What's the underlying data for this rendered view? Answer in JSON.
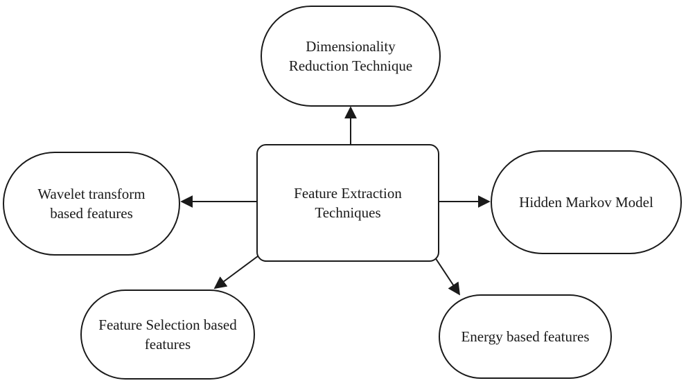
{
  "diagram": {
    "center": {
      "label": "Feature Extraction\nTechniques"
    },
    "nodes": {
      "dimensionality": {
        "label": "Dimensionality\nReduction Technique"
      },
      "wavelet": {
        "label": "Wavelet transform\nbased features"
      },
      "hmm": {
        "label": "Hidden Markov Model"
      },
      "feature_selection": {
        "label": "Feature Selection based\nfeatures"
      },
      "energy": {
        "label": "Energy  based features"
      }
    },
    "edges": [
      {
        "from": "center",
        "to": "dimensionality"
      },
      {
        "from": "center",
        "to": "wavelet"
      },
      {
        "from": "center",
        "to": "hmm"
      },
      {
        "from": "center",
        "to": "feature_selection"
      },
      {
        "from": "center",
        "to": "energy"
      }
    ],
    "colors": {
      "stroke": "#1a1a1a",
      "fill": "#ffffff"
    }
  }
}
